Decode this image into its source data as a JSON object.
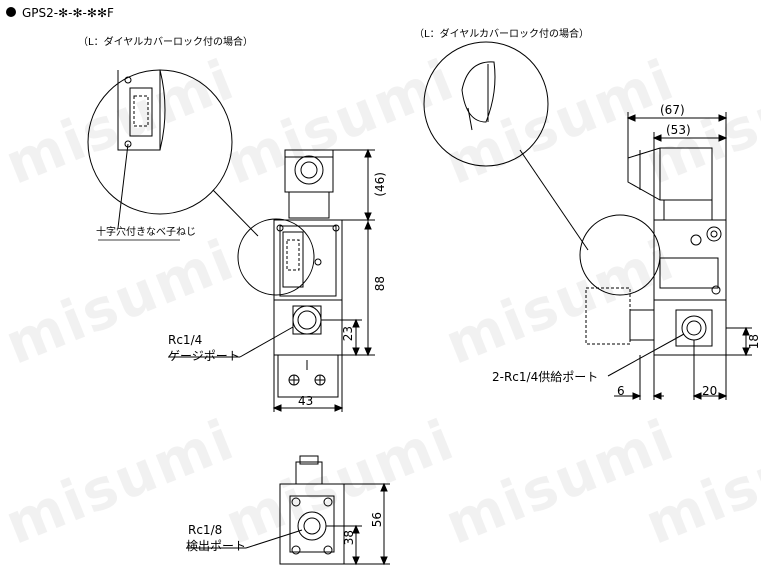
{
  "title": "GPS2-✻-✻-✻✻F",
  "note_left": "（L：ダイヤルカバーロック付の場合）",
  "note_right": "（L：ダイヤルカバーロック付の場合）",
  "callout_screw": "十字穴付きなべ子ねじ",
  "callout_gauge_line1": "Rc1/4",
  "callout_gauge_line2": "ゲージポート",
  "callout_supply": "2-Rc1/4供給ポート",
  "callout_detect_line1": "Rc1/8",
  "callout_detect_line2": "検出ポート",
  "watermark": "misumi",
  "dims": {
    "d46": "(46)",
    "d88": "88",
    "d23": "23",
    "d43": "43",
    "d67": "(67)",
    "d53": "(53)",
    "d18": "18",
    "d6": "6",
    "d20": "20",
    "d38": "38",
    "d56": "56"
  },
  "colors": {
    "line": "#000000",
    "dashed": "#000000"
  }
}
